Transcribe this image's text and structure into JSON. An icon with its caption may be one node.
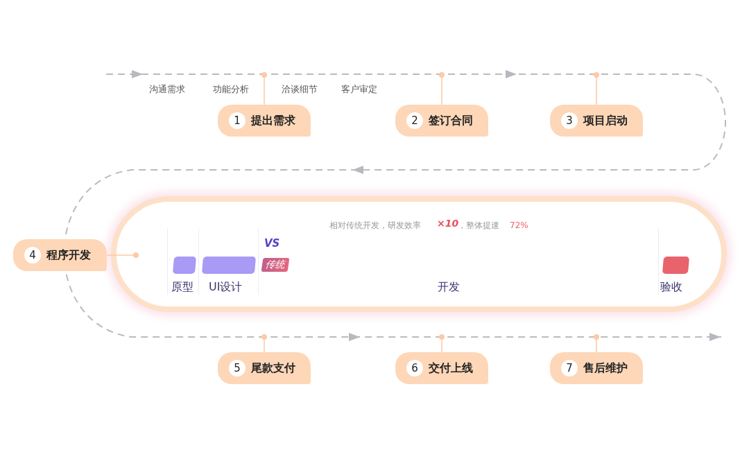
{
  "diagram": {
    "nodes": [
      {
        "text": [
          "1",
          "提出需求"
        ]
      },
      {
        "text": [
          "2",
          "签订合同"
        ]
      },
      {
        "text": [
          "3",
          "项目启动"
        ]
      },
      {
        "text": [
          "4",
          "程序开发"
        ]
      },
      {
        "text": [
          "5",
          "尾款支付"
        ]
      },
      {
        "text": [
          "6",
          "交付上线"
        ]
      },
      {
        "text": [
          "7",
          "售后维护"
        ]
      },
      {
        "text": [],
        "shape": "box"
      },
      {
        "text": [],
        "shape": "bar",
        "in": 7
      },
      {
        "text": [],
        "shape": "bar",
        "in": 7
      },
      {
        "text": [],
        "shape": "bar",
        "in": 7
      }
    ],
    "edges": [
      {
        "from": 0,
        "to": null,
        "arrow": "other"
      },
      {
        "from": 1,
        "to": null,
        "arrow": "other"
      },
      {
        "from": 2,
        "to": null,
        "arrow": "other"
      },
      {
        "from": 3,
        "to": 7,
        "arrow": "other"
      },
      {
        "from": 4,
        "to": null,
        "arrow": "other"
      },
      {
        "from": 5,
        "to": null,
        "arrow": "other"
      },
      {
        "from": 6,
        "to": null,
        "arrow": "other"
      }
    ],
    "labels": [
      "沟通需求",
      "功能分析",
      "洽谈细节",
      "客户审定",
      "VS",
      "传统",
      "相对传统开发，研发效率",
      "×10",
      "，整体提速",
      "72%",
      "原型",
      "UI设计",
      "开发",
      "验收"
    ]
  }
}
